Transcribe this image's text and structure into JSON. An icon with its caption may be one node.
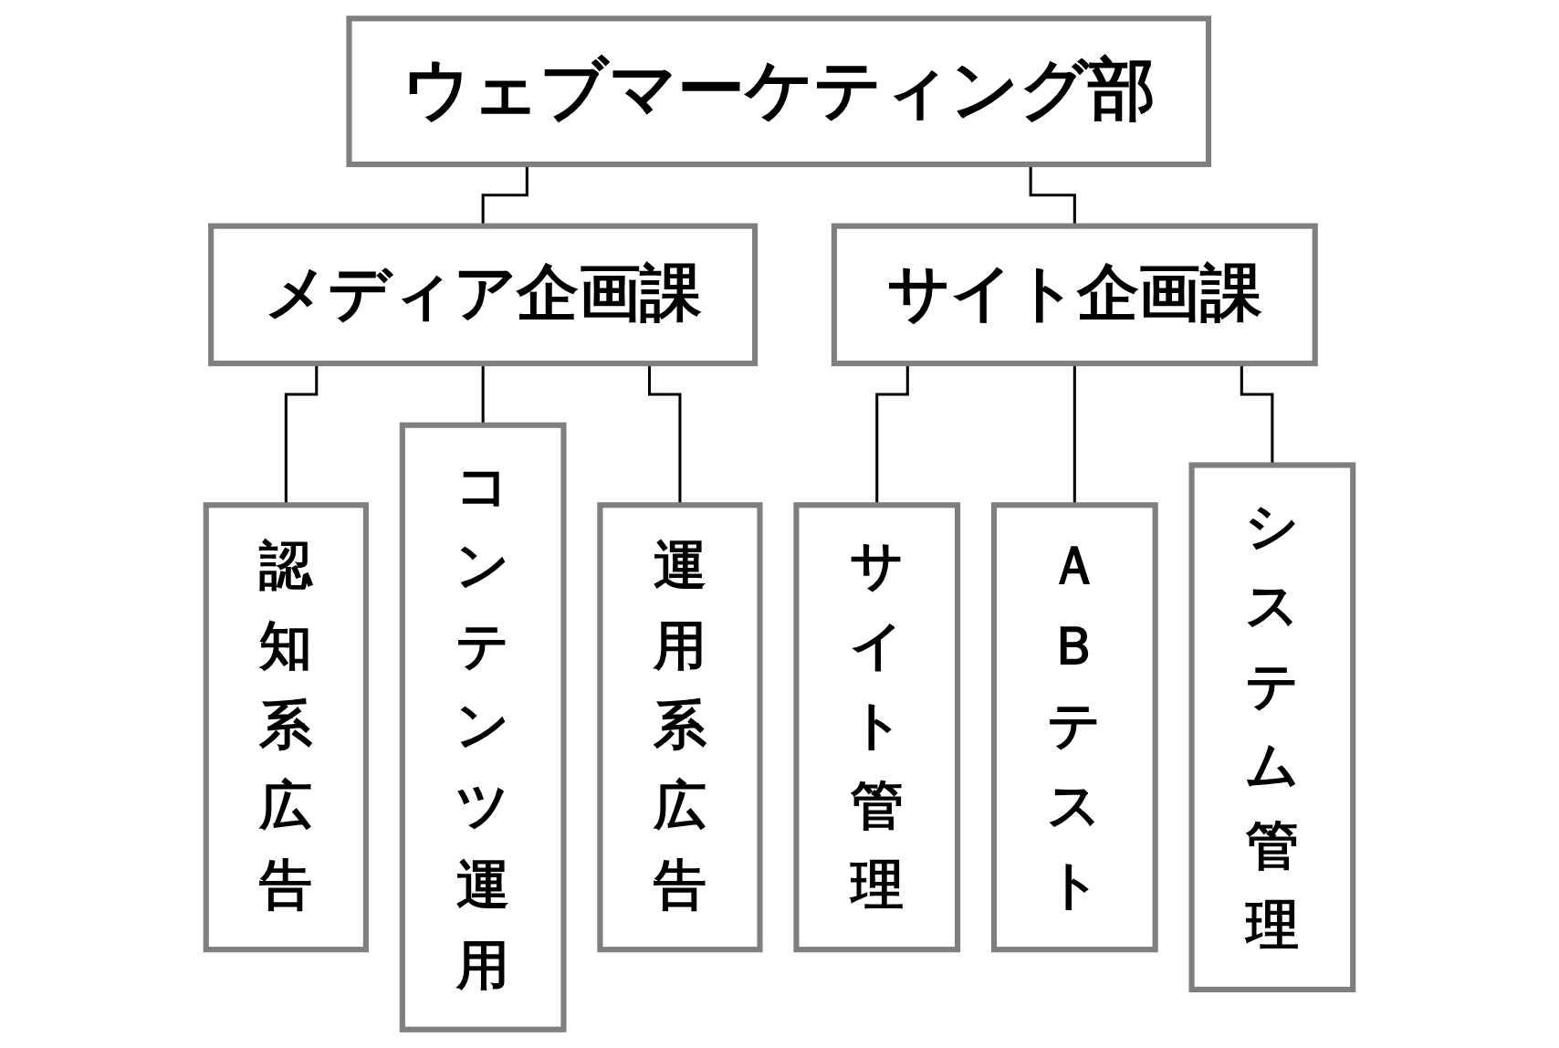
{
  "diagram": {
    "nodes": [
      {
        "text": [
          "ウェブマーケティング部"
        ]
      },
      {
        "text": [
          "メディア企画課"
        ]
      },
      {
        "text": [
          "サイト企画課"
        ]
      },
      {
        "text": [
          "認知系広告"
        ]
      },
      {
        "text": [
          "コンテンツ運用"
        ]
      },
      {
        "text": [
          "運用系広告"
        ]
      },
      {
        "text": [
          "サイト管理"
        ]
      },
      {
        "text": [
          "ＡＢテスト"
        ]
      },
      {
        "text": [
          "システム管理"
        ]
      }
    ],
    "edges": [
      {
        "from": 0,
        "to": 1,
        "arrow": "none"
      },
      {
        "from": 0,
        "to": 2,
        "arrow": "none"
      },
      {
        "from": 1,
        "to": 3,
        "arrow": "none"
      },
      {
        "from": 1,
        "to": 4,
        "arrow": "none"
      },
      {
        "from": 1,
        "to": 5,
        "arrow": "none"
      },
      {
        "from": 2,
        "to": 6,
        "arrow": "none"
      },
      {
        "from": 2,
        "to": 7,
        "arrow": "none"
      },
      {
        "from": 2,
        "to": 8,
        "arrow": "none"
      }
    ]
  }
}
